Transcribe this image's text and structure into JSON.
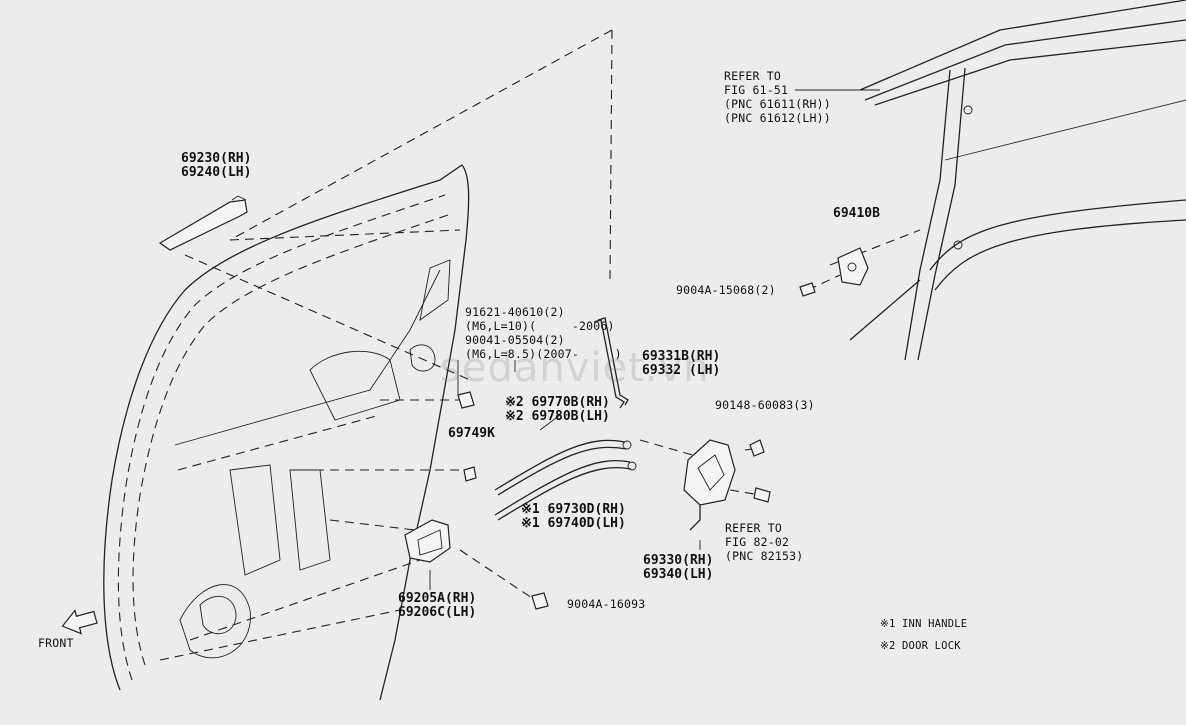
{
  "watermark": "sedanviet.vn",
  "labels": {
    "p69230": "69230(RH)",
    "p69240": "69240(LH)",
    "refer1_l1": "REFER TO",
    "refer1_l2": "FIG 61-51",
    "refer1_l3": "(PNC 61611(RH))",
    "refer1_l4": "(PNC 61612(LH))",
    "p69410b": "69410B",
    "p9004a15068": "9004A-15068(2)",
    "bolt1_l1": "91621-40610(2)",
    "bolt1_l2": "(M6,L=10)(     -2006)",
    "bolt1_l3": "90041-05504(2)",
    "bolt1_l4": "(M6,L=8.5)(2007-     )",
    "p69331b": "69331B(RH)",
    "p69332": "69332 (LH)",
    "p90148": "90148-60083(3)",
    "p69770b": "※2 69770B(RH)",
    "p69780b": "※2 69780B(LH)",
    "p69749k": "69749K",
    "p69730d": "※1 69730D(RH)",
    "p69740d": "※1 69740D(LH)",
    "refer2_l1": "REFER TO",
    "refer2_l2": "FIG 82-02",
    "refer2_l3": "(PNC 82153)",
    "p69330": "69330(RH)",
    "p69340": "69340(LH)",
    "p69205a": "69205A(RH)",
    "p69206c": "69206C(LH)",
    "p9004a16093": "9004A-16093",
    "front": "FRONT",
    "note1": "※1 INN HANDLE",
    "note2": "※2 DOOR LOCK"
  },
  "icons": [
    "front-arrow-icon"
  ]
}
